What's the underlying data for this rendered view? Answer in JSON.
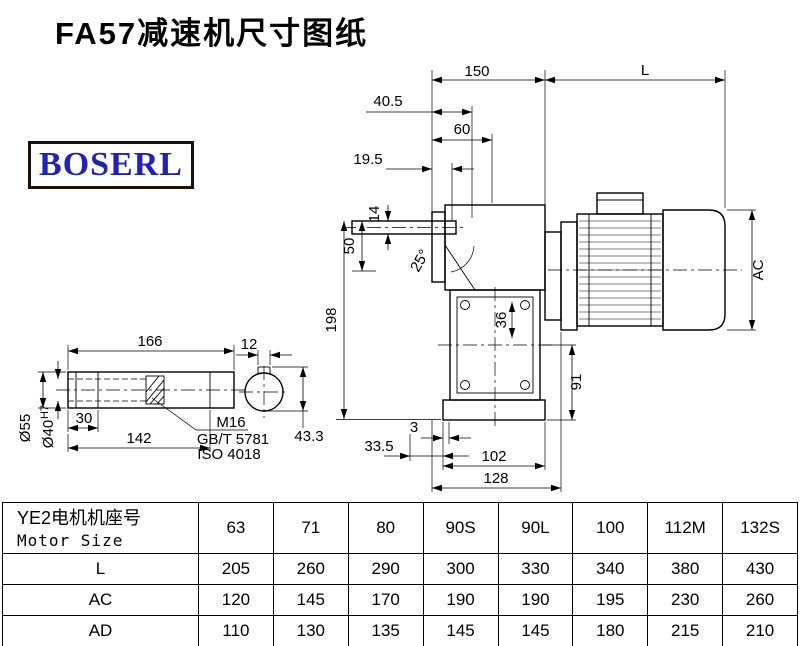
{
  "page": {
    "title": "FA57减速机尺寸图纸"
  },
  "logo": {
    "text": "BOSERL",
    "text_color": "#2222bb"
  },
  "drawing": {
    "dims": {
      "top_150": "150",
      "top_L": "L",
      "d40_5": "40.5",
      "d60": "60",
      "d19_5": "19.5",
      "d14": "14",
      "d50": "50",
      "angle": "25°",
      "d198": "198",
      "d36": "36",
      "ac": "AC",
      "d91": "91",
      "d3": "3",
      "d33_5": "33.5",
      "d102": "102",
      "d128": "128",
      "d166": "166",
      "d12": "12",
      "d30": "30",
      "d142": "142",
      "d55": "Ø55",
      "d40": "Ø40",
      "d40_tol": "H7",
      "thread": "M16",
      "std1": "GB/T 5781",
      "std2": "ISO 4018",
      "d43_3": "43.3"
    }
  },
  "table": {
    "header": {
      "line1": "YE2电机机座号",
      "line2": "Motor Size"
    },
    "sizes": [
      "63",
      "71",
      "80",
      "90S",
      "90L",
      "100",
      "112M",
      "132S"
    ],
    "rows": [
      {
        "label": "L",
        "values": [
          "205",
          "260",
          "290",
          "300",
          "330",
          "340",
          "380",
          "430"
        ]
      },
      {
        "label": "AC",
        "values": [
          "120",
          "145",
          "170",
          "190",
          "190",
          "195",
          "230",
          "260"
        ]
      },
      {
        "label": "AD",
        "values": [
          "110",
          "130",
          "135",
          "145",
          "145",
          "180",
          "215",
          "210"
        ]
      }
    ]
  }
}
